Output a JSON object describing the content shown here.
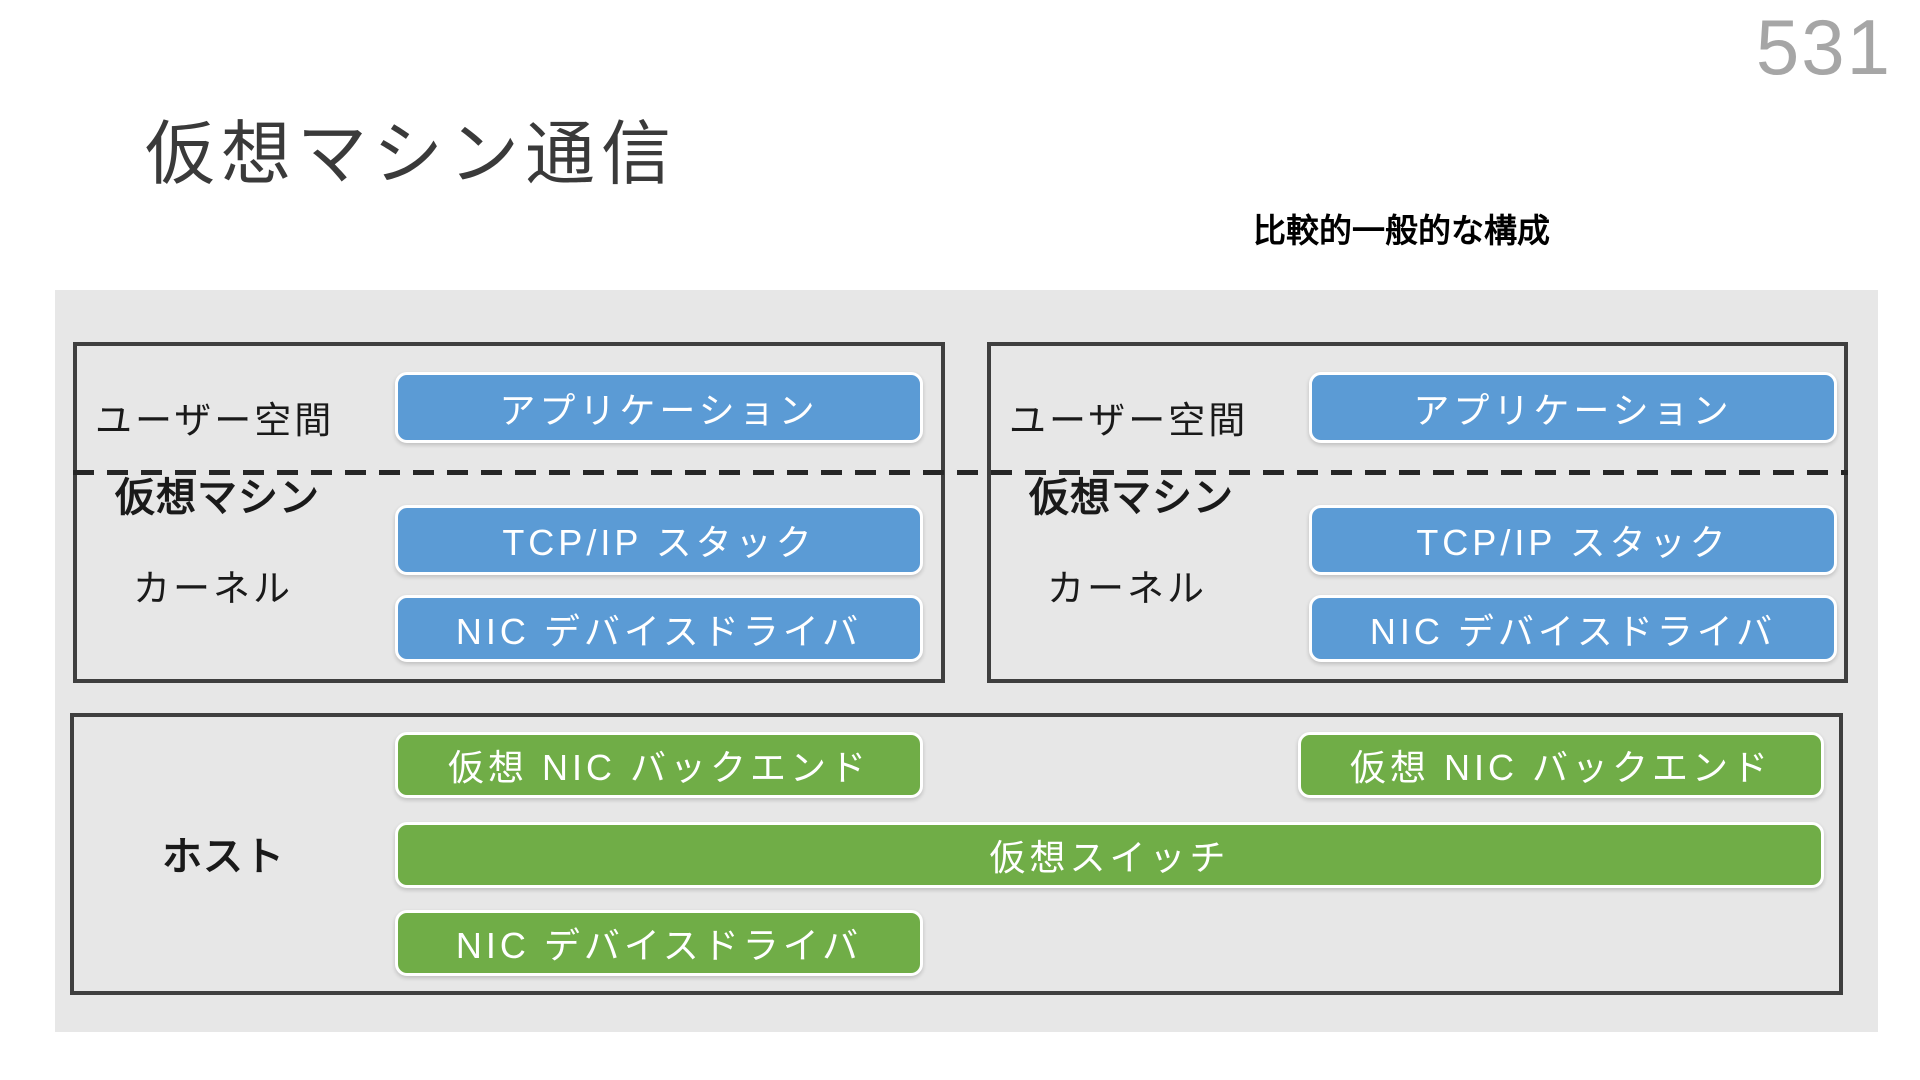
{
  "slide": {
    "page_number": "531",
    "title": "仮想マシン通信",
    "subtitle": "比較的一般的な構成"
  },
  "colors": {
    "accent_blue": "#5B9BD5",
    "accent_green": "#70AD47",
    "panel_background": "#E7E7E7",
    "box_border": "#3F3F3F",
    "page_number_gray": "#A6A6A6",
    "dashed_line": "#262626"
  },
  "vms": [
    {
      "user_space_label": "ユーザー空間",
      "machine_label": "仮想マシン",
      "kernel_label": "カーネル",
      "blocks": {
        "application": "アプリケーション",
        "tcpip_stack": "TCP/IP スタック",
        "nic_driver": "NIC デバイスドライバ"
      }
    },
    {
      "user_space_label": "ユーザー空間",
      "machine_label": "仮想マシン",
      "kernel_label": "カーネル",
      "blocks": {
        "application": "アプリケーション",
        "tcpip_stack": "TCP/IP スタック",
        "nic_driver": "NIC デバイスドライバ"
      }
    }
  ],
  "host": {
    "label": "ホスト",
    "blocks": {
      "vnic_backend_left": "仮想 NIC バックエンド",
      "vnic_backend_right": "仮想 NIC バックエンド",
      "virtual_switch": "仮想スイッチ",
      "nic_driver": "NIC デバイスドライバ"
    }
  }
}
